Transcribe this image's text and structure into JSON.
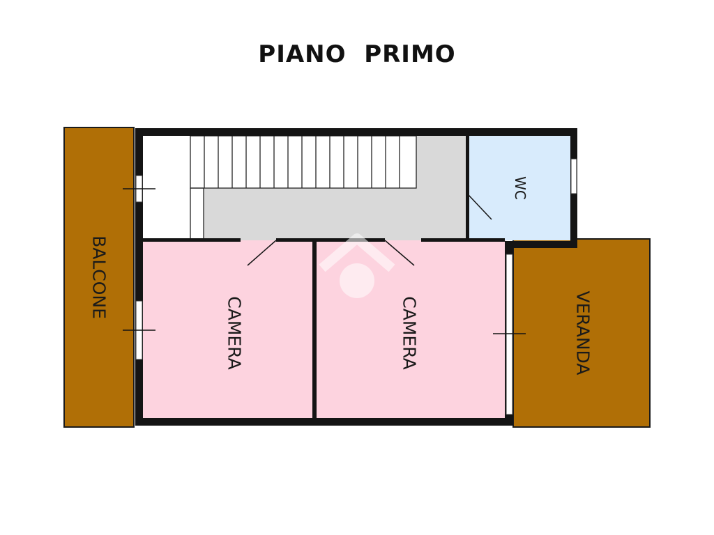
{
  "title": "PIANO  PRIMO",
  "rooms": {
    "balcone": "BALCONE",
    "camera_left": "CAMERA",
    "camera_right": "CAMERA",
    "wc": "WC",
    "veranda": "VERANDA"
  },
  "colors": {
    "wall": "#141414",
    "outdoor": "#b06f06",
    "bedroom": "#fdd3df",
    "bathroom": "#d8ebfc",
    "corridor": "#d9d9d9",
    "stair": "#ffffff",
    "watermark": "#ffffff"
  }
}
